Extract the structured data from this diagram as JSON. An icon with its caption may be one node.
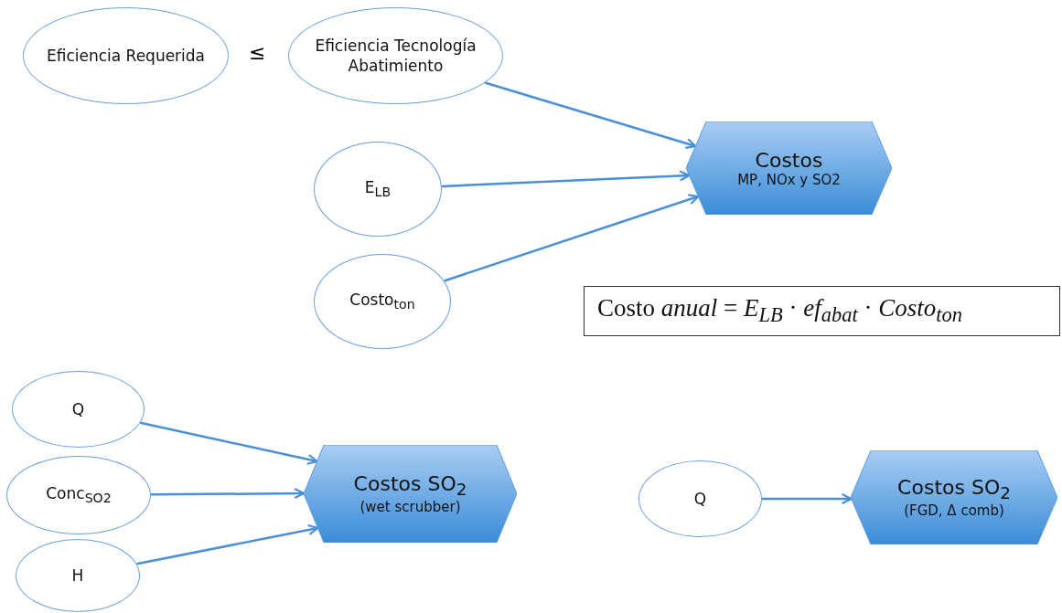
{
  "diagram": {
    "nodes": [
      {
        "text": [
          "Eficiencia Requerida"
        ]
      },
      {
        "text": [
          "Eficiencia Tecnología Abatimiento"
        ]
      },
      {
        "text": [
          "E$_{LB}$"
        ]
      },
      {
        "text": [
          "Costo$_{ton}$"
        ]
      },
      {
        "text": [
          "Costos",
          "MP, NOx y SO2"
        ]
      },
      {
        "text": [
          "Costo *anual* = *E*$_{LB}$ · *ef*$_{abat}$ · *Costo*$_{ton}$"
        ]
      },
      {
        "text": [
          "Q"
        ]
      },
      {
        "text": [
          "Conc$_{SO2}$"
        ]
      },
      {
        "text": [
          "H"
        ]
      },
      {
        "text": [
          "Costos SO$_{2}$",
          "(wet scrubber)"
        ]
      },
      {
        "text": [
          "Q"
        ]
      },
      {
        "text": [
          "Costos SO$_{2}$",
          "(FGD, Δ comb)"
        ]
      }
    ],
    "edges": [
      {
        "from": 1,
        "to": 4,
        "arrow": "to"
      },
      {
        "from": 2,
        "to": 4,
        "arrow": "to"
      },
      {
        "from": 3,
        "to": 4,
        "arrow": "to"
      },
      {
        "from": 6,
        "to": 9,
        "arrow": "to"
      },
      {
        "from": 7,
        "to": 9,
        "arrow": "to"
      },
      {
        "from": 8,
        "to": 9,
        "arrow": "to"
      },
      {
        "from": 10,
        "to": 11,
        "arrow": "to"
      }
    ],
    "labels": [
      "≤"
    ]
  }
}
